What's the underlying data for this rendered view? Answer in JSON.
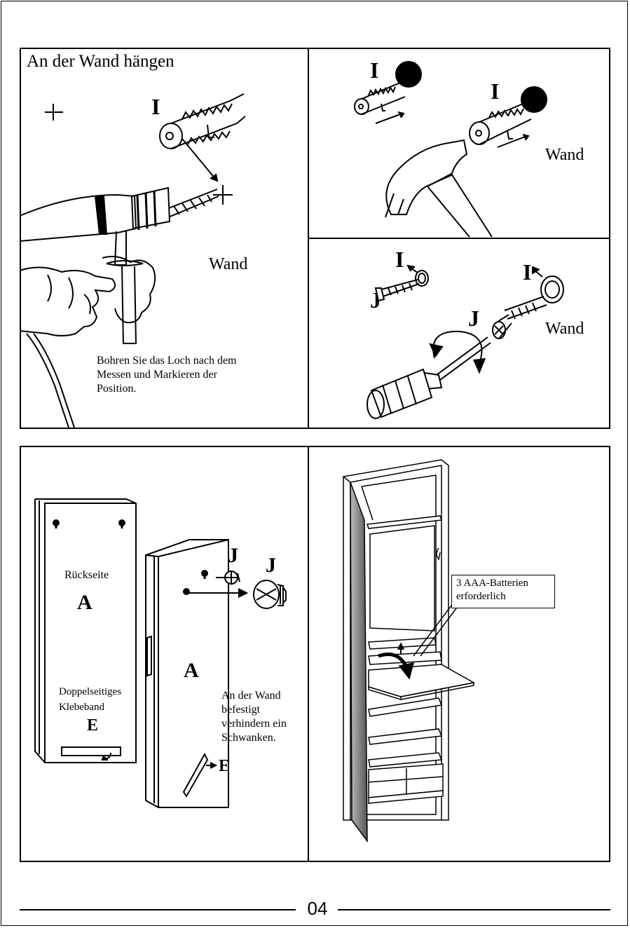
{
  "top_left": {
    "title": "An der Wand hängen",
    "part_label": "I",
    "wall_label": "Wand",
    "instruction": "Bohren Sie das Loch nach dem\nMessen und Markieren der\nPosition."
  },
  "top_right_upper": {
    "part_label_1": "I",
    "part_label_2": "I",
    "wall_label": "Wand"
  },
  "top_right_lower": {
    "part_label_i1": "I",
    "part_label_j1": "J",
    "part_label_i2": "I",
    "part_label_j2": "J",
    "wall_label": "Wand"
  },
  "bottom_left": {
    "back_label": "Rückseite",
    "panel_letter_1": "A",
    "tape_label": "Doppelseitiges\nKlebeband",
    "tape_letter_1": "E",
    "screw_letter_1": "J",
    "screw_letter_2": "J",
    "panel_letter_2": "A",
    "note": "An der Wand\nbefestigt\nverhindern ein\nSchwanken.",
    "tape_letter_2": "E"
  },
  "bottom_right": {
    "battery_note": "3 AAA-Batterien\nerforderlich"
  },
  "footer": {
    "page_number": "04"
  }
}
